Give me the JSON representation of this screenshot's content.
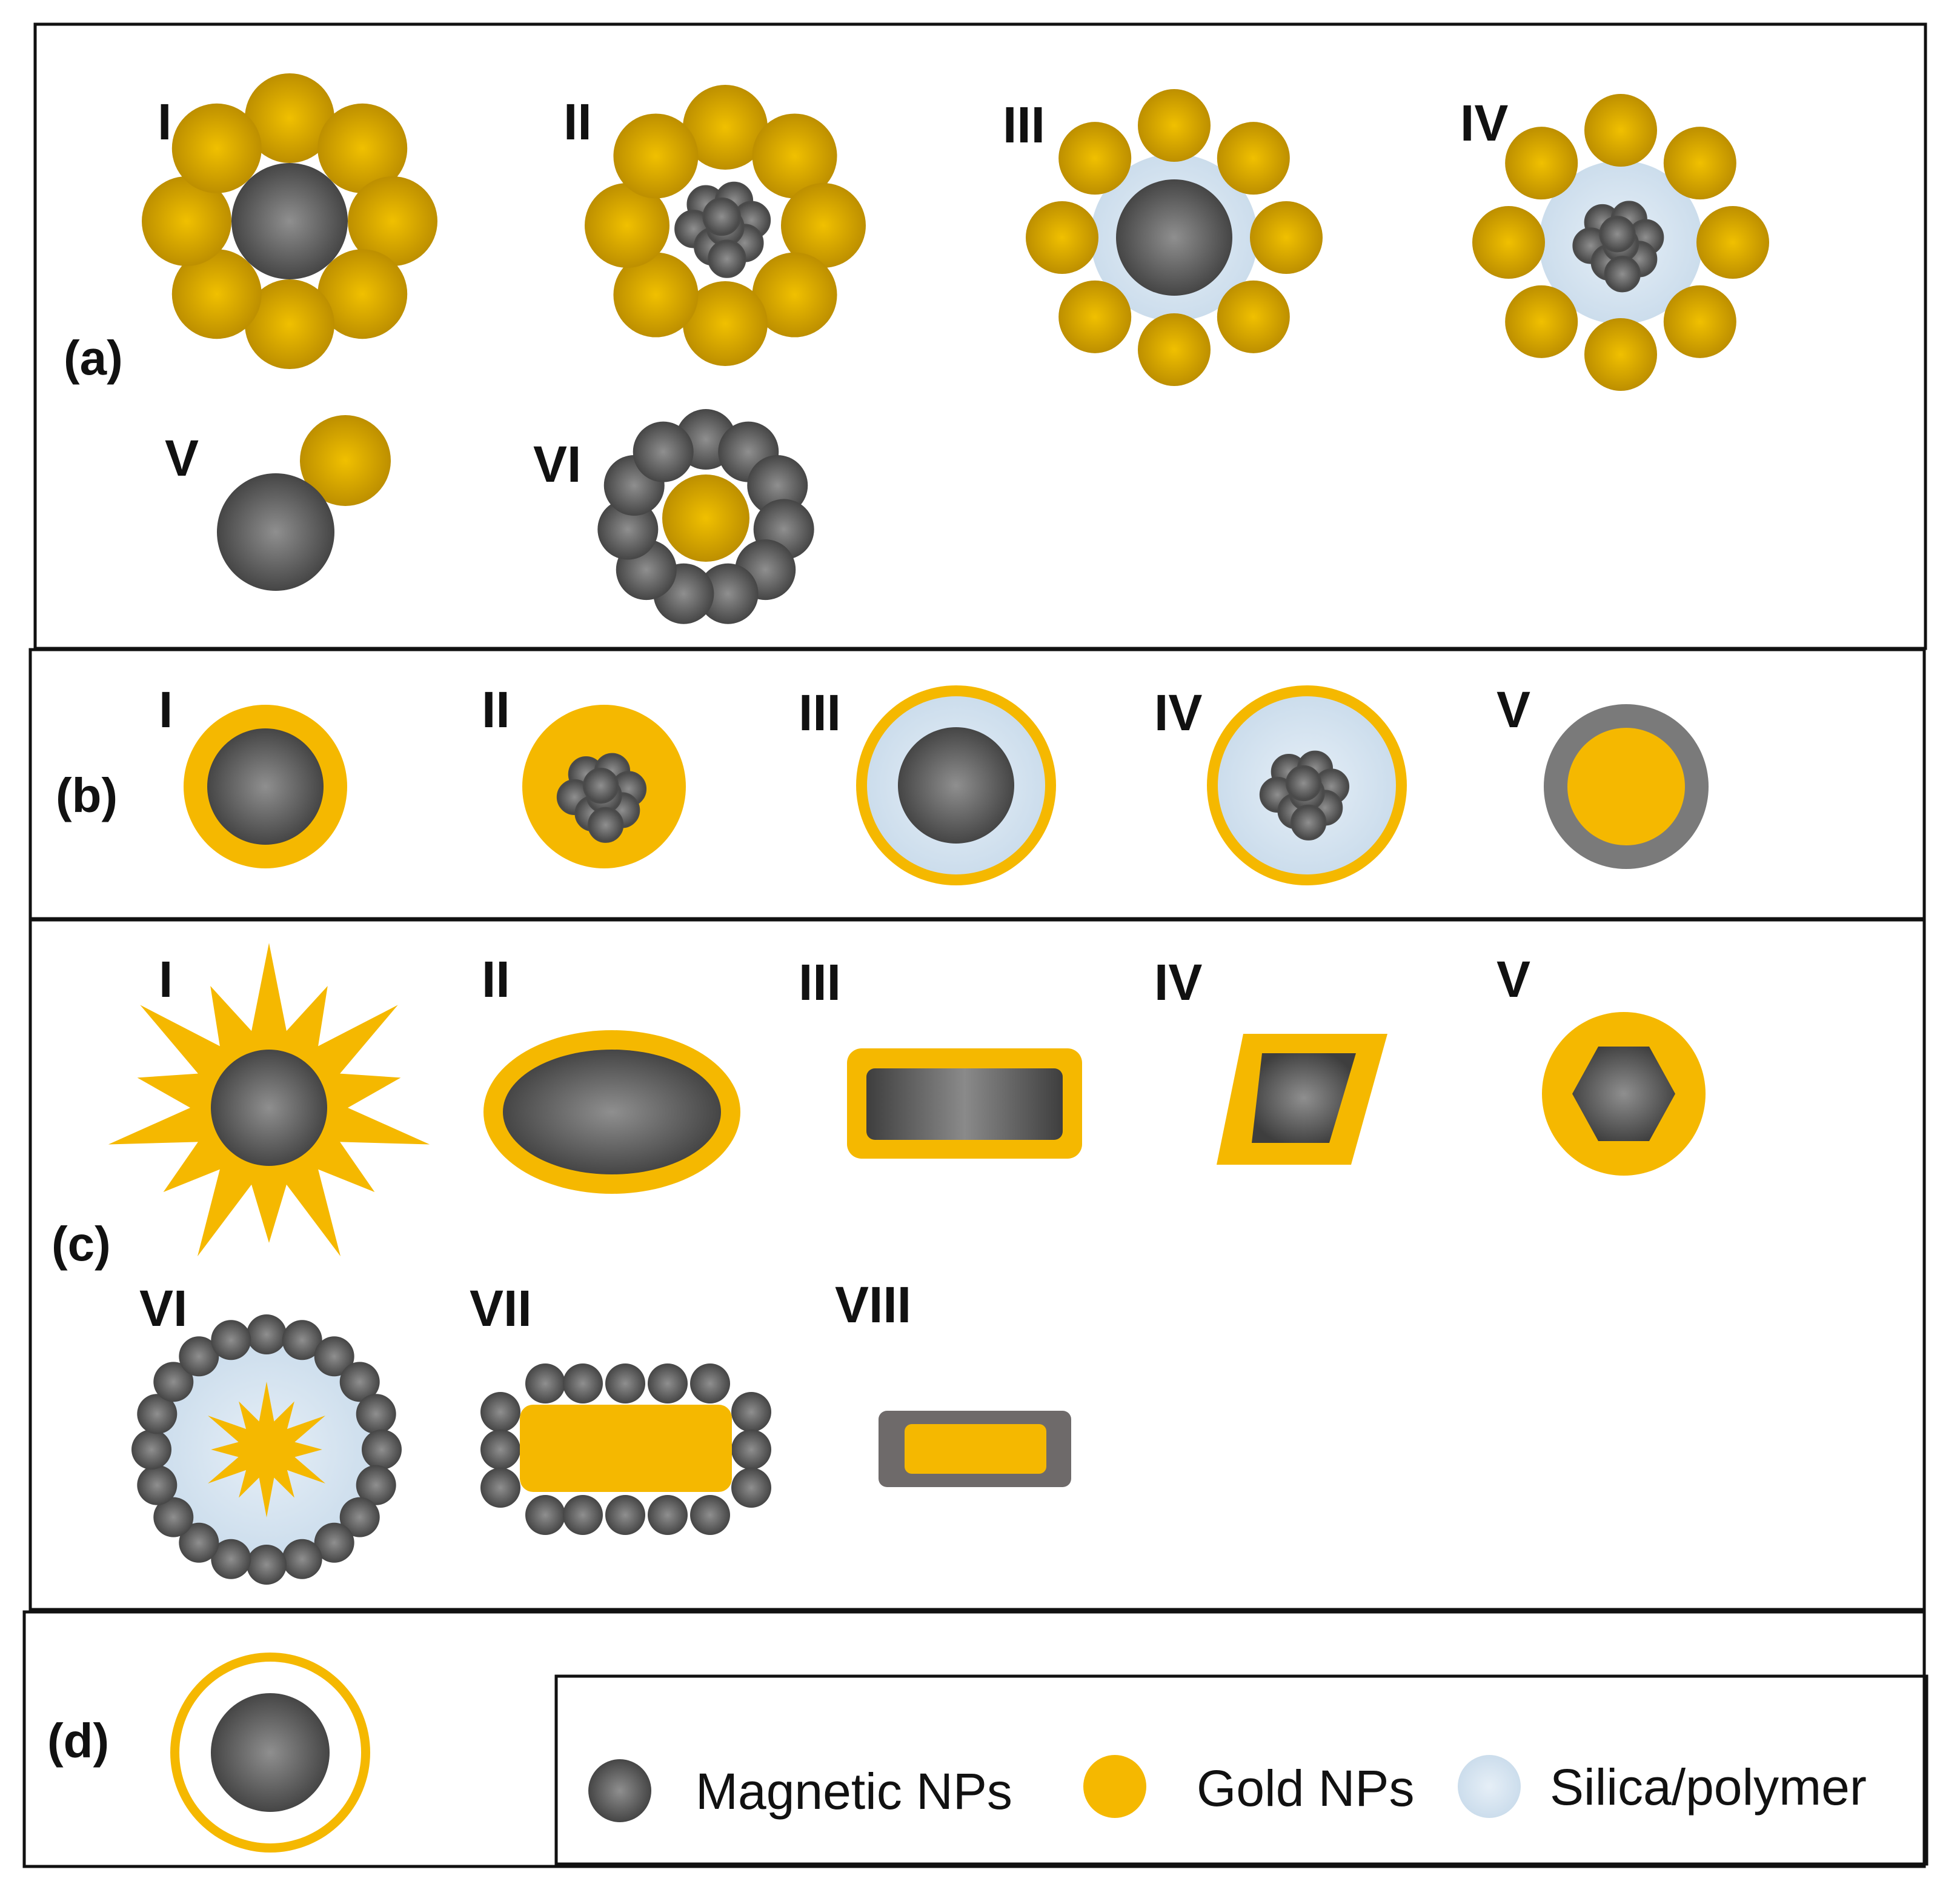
{
  "colors": {
    "magnetic": "#6b6b6b",
    "gold": "#f5b800",
    "gold_np": "#c99700",
    "silica": "#d8e6f2",
    "shell_gray": "#7a7a7a",
    "frame": "#111111"
  },
  "panels": {
    "a": {
      "label": "(a)",
      "items": [
        "I",
        "II",
        "III",
        "IV",
        "V",
        "VI"
      ]
    },
    "b": {
      "label": "(b)",
      "items": [
        "I",
        "II",
        "III",
        "IV",
        "V"
      ]
    },
    "c": {
      "label": "(c)",
      "items": [
        "I",
        "II",
        "III",
        "IV",
        "V",
        "VI",
        "VII",
        "VIII"
      ]
    },
    "d": {
      "label": "(d)"
    }
  },
  "legend": {
    "magnetic": "Magnetic NPs",
    "gold": "Gold NPs",
    "silica": "Silica/polymer"
  }
}
